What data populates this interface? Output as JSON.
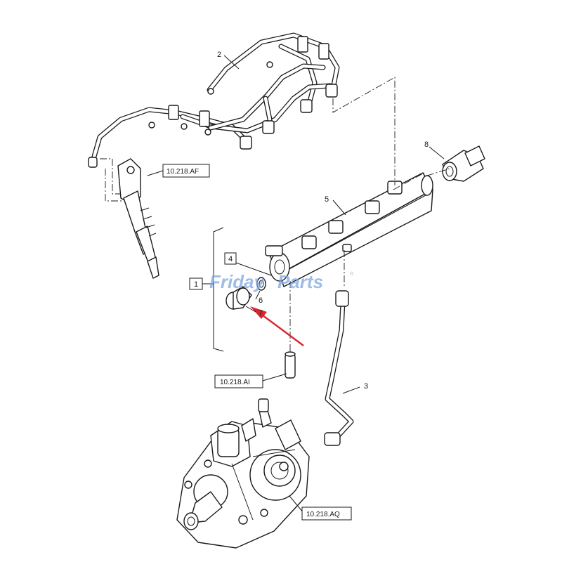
{
  "watermark": {
    "brand_left": "Friday",
    "brand_right": "Parts",
    "registered": "®"
  },
  "callouts": {
    "item_1": "1",
    "item_2": "2",
    "item_3": "3",
    "item_4": "4",
    "item_5": "5",
    "item_6": "6",
    "item_7": "7",
    "item_8": "8"
  },
  "references": {
    "injector": "10.218.AF",
    "sleeve": "10.218.AI",
    "pump": "10.218.AQ"
  },
  "colors": {
    "arrow": "#d8262e",
    "line": "#1a1a1a",
    "watermark": "#7ea6e0"
  }
}
